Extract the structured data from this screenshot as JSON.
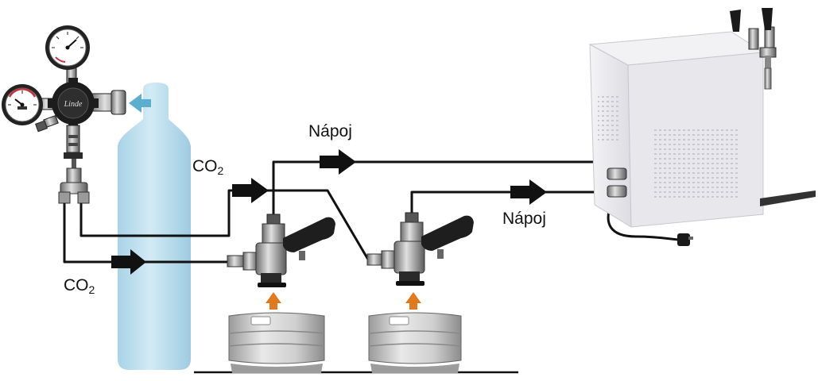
{
  "labels": {
    "co2_upper_main": "CO",
    "co2_upper_sub": "2",
    "co2_lower_main": "CO",
    "co2_lower_sub": "2",
    "beverage_upper": "Nápoj",
    "beverage_lower": "Nápoj"
  },
  "regulator_brand": "Linde",
  "colors": {
    "cylinder": "#bfe0ef",
    "arrow_gas_inlet": "#5aaed0",
    "arrow_keg": "#e07a1f",
    "line": "#111111",
    "cooler_body": "#e8e8ec"
  }
}
